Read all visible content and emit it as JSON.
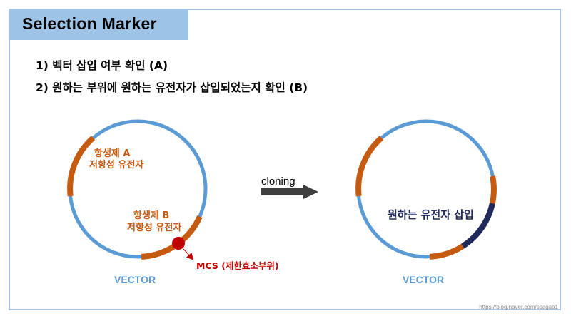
{
  "title": "Selection Marker",
  "bullets": [
    "1)  벡터 삽입 여부 확인 (A)",
    "2)  원하는 부위에 원하는 유전자가 삽입되었는지 확인 (B)"
  ],
  "left_vector": {
    "label_a_line1": "항생제 A",
    "label_a_line2": "저항성 유전자",
    "label_b_line1": "항생제 B",
    "label_b_line2": "저항성 유전자",
    "mcs_label": "MCS (제한효소부위)",
    "name": "VECTOR"
  },
  "arrow_label": "cloning",
  "right_vector": {
    "insert_label": "원하는 유전자 삽입",
    "name": "VECTOR"
  },
  "watermark": "https://blog.naver.com/ssagaa1",
  "colors": {
    "circle": "#5b9bd5",
    "resistance_gene": "#c55a11",
    "insert": "#1f2a5a",
    "mcs": "#c00000",
    "title_box": "#9dc3e6"
  }
}
